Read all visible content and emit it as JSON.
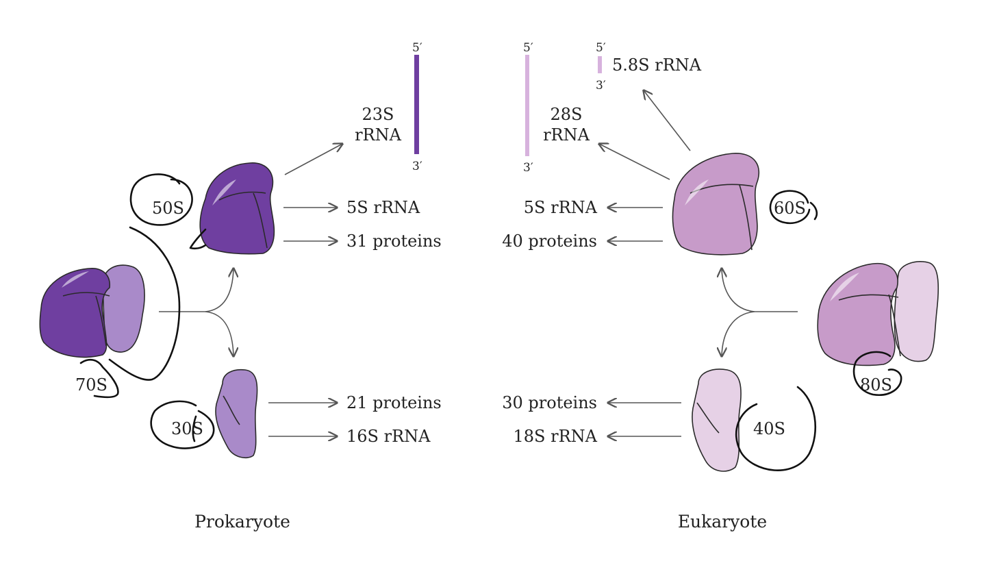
{
  "colors": {
    "prok_large": "#6f3fa0",
    "prok_small": "#a98ac9",
    "euk_large": "#c79bc9",
    "euk_small": "#e6d1e6",
    "rrna_prok": "#6f3fa0",
    "rrna_euk": "#d7b2dd"
  },
  "prokaryote": {
    "caption": "Prokaryote",
    "ribosome": "70S",
    "large_subunit": {
      "label": "50S",
      "rrna_23s": {
        "line1": "23S",
        "line2": "rRNA",
        "five": "5′",
        "three": "3′"
      },
      "rrna_5s": "5S rRNA",
      "proteins": "31 proteins"
    },
    "small_subunit": {
      "label": "30S",
      "proteins": "21 proteins",
      "rrna_16s": "16S rRNA"
    }
  },
  "eukaryote": {
    "caption": "Eukaryote",
    "ribosome": "80S",
    "large_subunit": {
      "label": "60S",
      "rrna_28s": {
        "line1": "28S",
        "line2": "rRNA",
        "five": "5′",
        "three": "3′"
      },
      "rrna_58s": {
        "label": "5.8S rRNA",
        "five": "5′",
        "three": "3′"
      },
      "rrna_5s": "5S rRNA",
      "proteins": "40 proteins"
    },
    "small_subunit": {
      "label": "40S",
      "proteins": "30 proteins",
      "rrna_18s": "18S rRNA"
    }
  }
}
